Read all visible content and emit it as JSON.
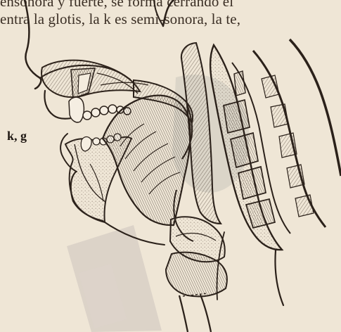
{
  "page": {
    "text_line_1": "ensonora y fuerte, se forma cerrando el",
    "text_line_2": "entra la glotis, la k es semi-sonora, la te,"
  },
  "figure": {
    "label": "k, g"
  },
  "colors": {
    "paper": "#efe6d6",
    "ink": "#2b211a"
  }
}
